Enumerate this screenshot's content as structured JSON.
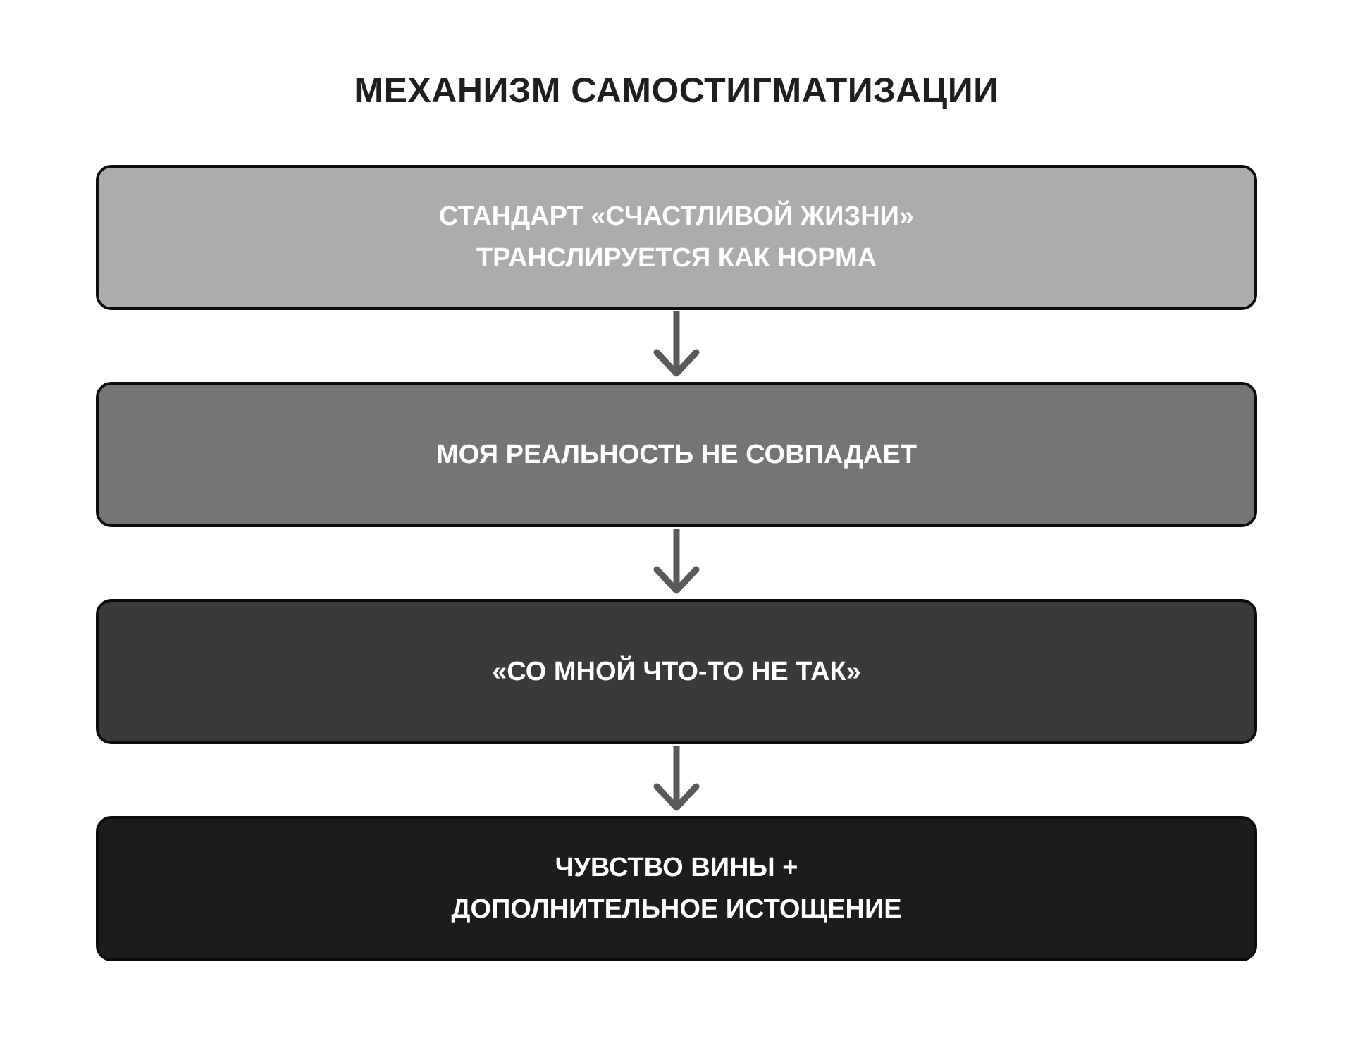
{
  "title": "МЕХАНИЗМ САМОСТИГМАТИЗАЦИИ",
  "steps": [
    {
      "lines": [
        "СТАНДАРТ «СЧАСТЛИВОЙ ЖИЗНИ»",
        "ТРАНСЛИРУЕТСЯ КАК НОРМА"
      ],
      "fill": "#acacac"
    },
    {
      "lines": [
        "МОЯ РЕАЛЬНОСТЬ НЕ СОВПАДАЕТ"
      ],
      "fill": "#757575"
    },
    {
      "lines": [
        "«СО МНОЙ ЧТО-ТО НЕ ТАК»"
      ],
      "fill": "#3a3a3a"
    },
    {
      "lines": [
        "ЧУВСТВО ВИНЫ +",
        "ДОПОЛНИТЕЛЬНОЕ ИСТОЩЕНИЕ"
      ],
      "fill": "#1b1c1b"
    }
  ],
  "colors": {
    "arrow": "#5a5a5a",
    "border": "#0d0d0d",
    "text_on_box": "#ffffff",
    "title": "#1f1f1f"
  }
}
